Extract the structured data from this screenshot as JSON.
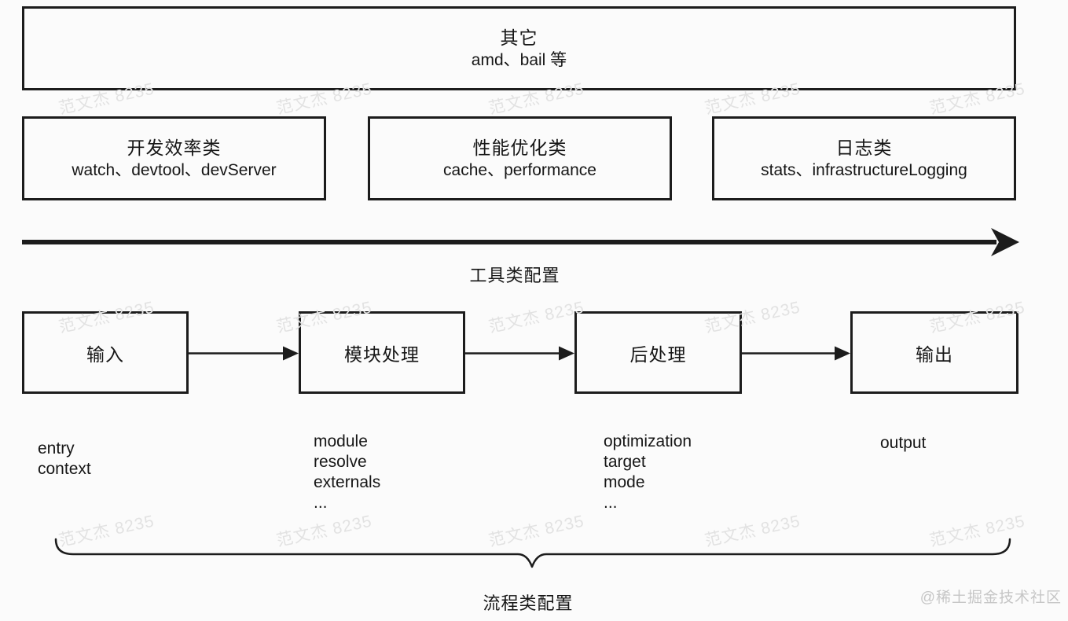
{
  "other_box": {
    "title": "其它",
    "subtitle": "amd、bail 等"
  },
  "categories": [
    {
      "title": "开发效率类",
      "subtitle": "watch、devtool、devServer"
    },
    {
      "title": "性能优化类",
      "subtitle": "cache、performance"
    },
    {
      "title": "日志类",
      "subtitle": "stats、infrastructureLogging"
    }
  ],
  "tool_axis_label": "工具类配置",
  "flow_steps": [
    {
      "label": "输入",
      "props": "entry\ncontext"
    },
    {
      "label": "模块处理",
      "props": "module\nresolve\nexternals\n..."
    },
    {
      "label": "后处理",
      "props": "optimization\ntarget\nmode\n..."
    },
    {
      "label": "输出",
      "props": "output"
    }
  ],
  "flow_brace_label": "流程类配置",
  "watermark_text": "范文杰 8235",
  "credit_text": "@稀土掘金技术社区",
  "colors": {
    "line": "#1c1c1c",
    "background": "#fbfbfb",
    "watermark": "#e2e2e2",
    "credit": "#c6c6c6"
  }
}
